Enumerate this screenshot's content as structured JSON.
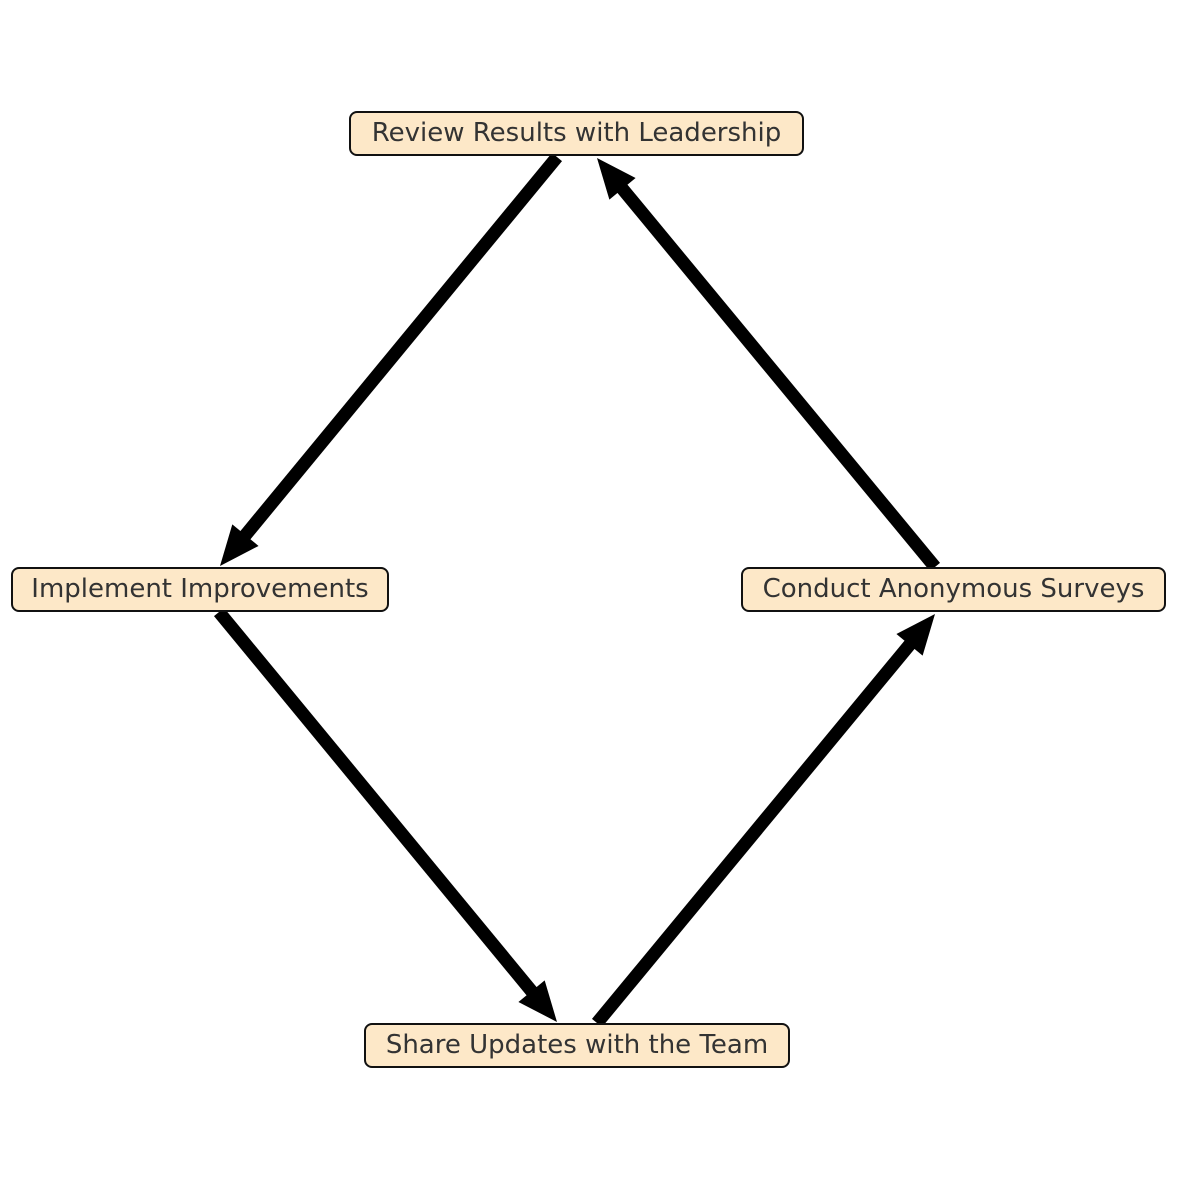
{
  "diagram": {
    "type": "cycle-flowchart",
    "colors": {
      "node_fill": "#fde8c8",
      "node_border": "#111111",
      "node_text": "#333333",
      "arrow": "#000000",
      "background": "#ffffff"
    },
    "nodes": [
      {
        "id": "review",
        "label": "Review Results with Leadership"
      },
      {
        "id": "implement",
        "label": "Implement Improvements"
      },
      {
        "id": "conduct",
        "label": "Conduct Anonymous Surveys"
      },
      {
        "id": "share",
        "label": "Share Updates with the Team"
      }
    ],
    "edges": [
      {
        "from": "review",
        "to": "implement"
      },
      {
        "from": "implement",
        "to": "share"
      },
      {
        "from": "share",
        "to": "conduct"
      },
      {
        "from": "conduct",
        "to": "review"
      }
    ]
  }
}
